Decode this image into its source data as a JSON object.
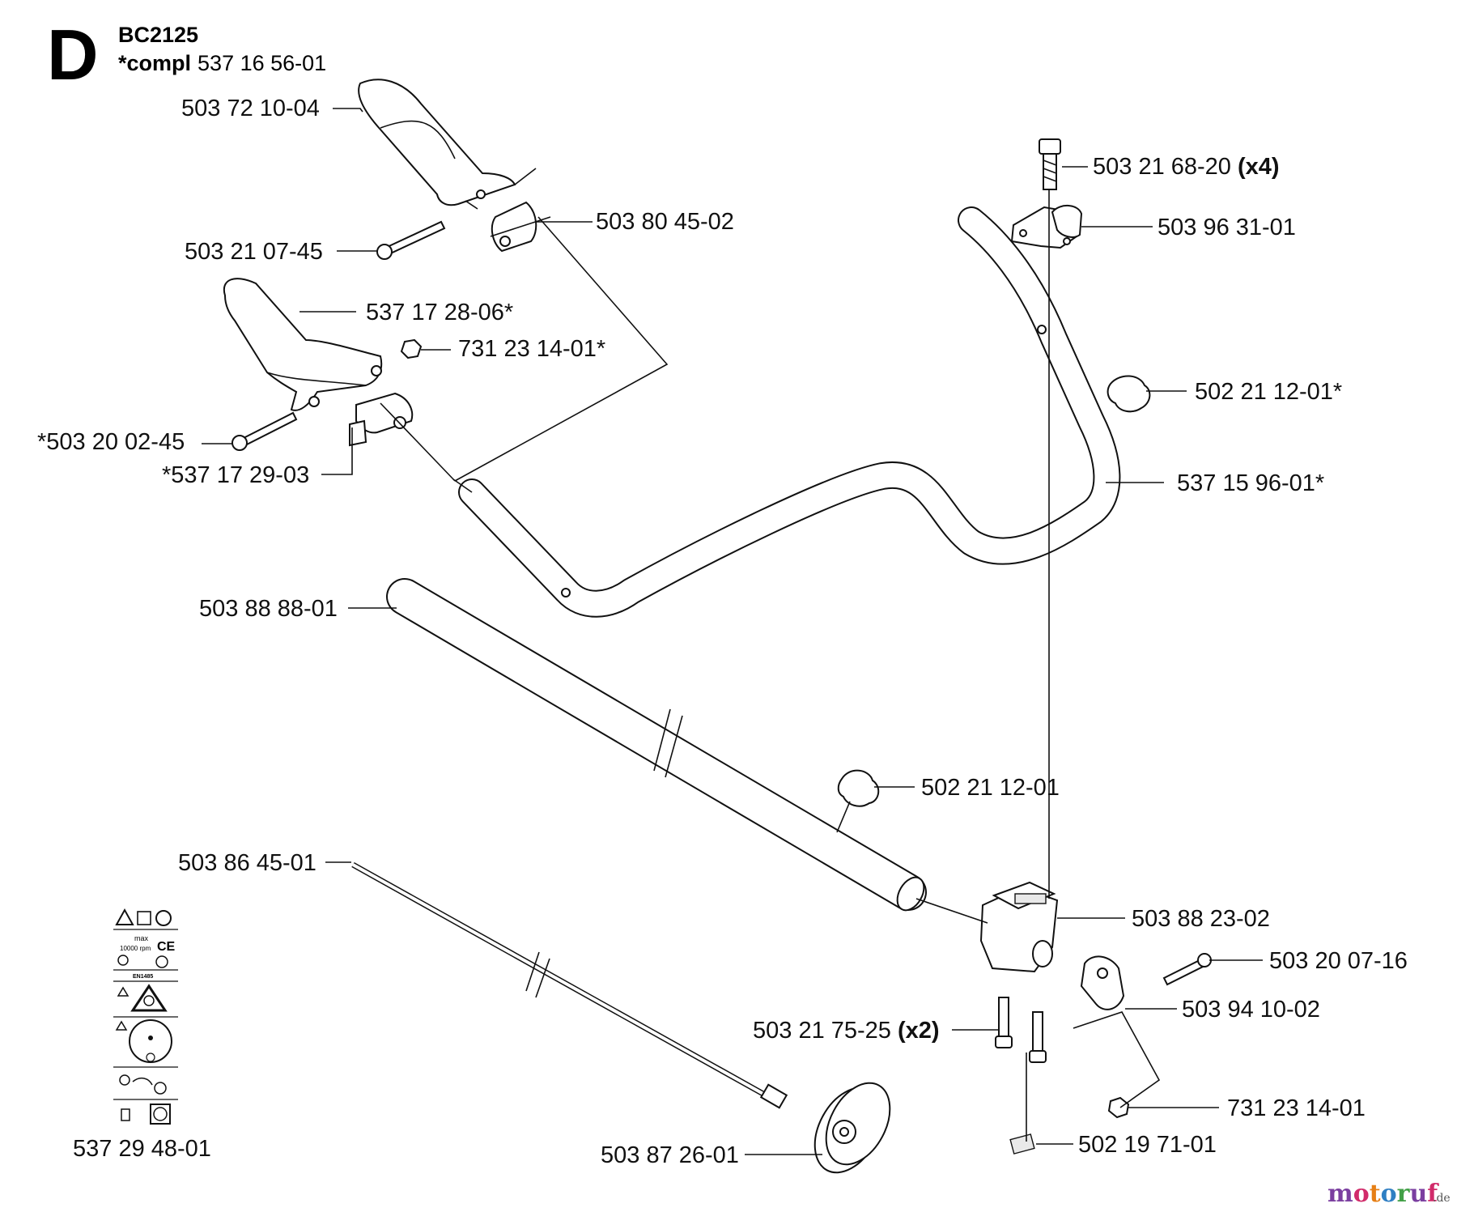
{
  "header": {
    "section_letter": "D",
    "model": "BC2125",
    "compl_prefix": "*compl",
    "compl_number": "537 16 56-01"
  },
  "parts": [
    {
      "id": "grip_upper",
      "number": "503 72 10-04",
      "suffix": ""
    },
    {
      "id": "screw_upper",
      "number": "503 21 07-45",
      "suffix": ""
    },
    {
      "id": "clamp_upper",
      "number": "503 80 45-02",
      "suffix": ""
    },
    {
      "id": "grip_lower",
      "number": "537 17 28-06*",
      "suffix": ""
    },
    {
      "id": "nut_upper",
      "number": "731 23 14-01*",
      "suffix": ""
    },
    {
      "id": "screw_lower",
      "number": "*503 20 02-45",
      "suffix": ""
    },
    {
      "id": "clamp_lower",
      "number": "*537 17 29-03",
      "suffix": ""
    },
    {
      "id": "bolt_top",
      "number": "503 21 68-20",
      "suffix": "(x4)"
    },
    {
      "id": "bracket_top",
      "number": "503 96 31-01",
      "suffix": ""
    },
    {
      "id": "knob_handle",
      "number": "502 21 12-01*",
      "suffix": ""
    },
    {
      "id": "handlebar",
      "number": "537 15 96-01*",
      "suffix": ""
    },
    {
      "id": "shaft_tube",
      "number": "503 88 88-01",
      "suffix": ""
    },
    {
      "id": "knob_shaft",
      "number": "502 21 12-01",
      "suffix": ""
    },
    {
      "id": "drive_shaft",
      "number": "503 86 45-01",
      "suffix": ""
    },
    {
      "id": "coupling",
      "number": "503 88 23-02",
      "suffix": ""
    },
    {
      "id": "screw_coupling",
      "number": "503 20 07-16",
      "suffix": ""
    },
    {
      "id": "clamp_coupling",
      "number": "503 94 10-02",
      "suffix": ""
    },
    {
      "id": "screws_bottom",
      "number": "503 21 75-25",
      "suffix": "(x2)"
    },
    {
      "id": "nut_bottom",
      "number": "731 23 14-01",
      "suffix": ""
    },
    {
      "id": "plate_bottom",
      "number": "502 19 71-01",
      "suffix": ""
    },
    {
      "id": "wheel",
      "number": "503 87 26-01",
      "suffix": ""
    },
    {
      "id": "decal",
      "number": "537 29 48-01",
      "suffix": ""
    }
  ],
  "decal_texts": {
    "max": "max",
    "rpm": "10000 rpm",
    "ce": "CE",
    "norm": "EN1485"
  },
  "watermark": {
    "main": "motoruf",
    "tld": ".de",
    "colors": [
      "#7b3fa0",
      "#d12b6a",
      "#e67f16",
      "#2f7fc3",
      "#42a047",
      "#7b3fa0",
      "#d12b6a"
    ]
  }
}
